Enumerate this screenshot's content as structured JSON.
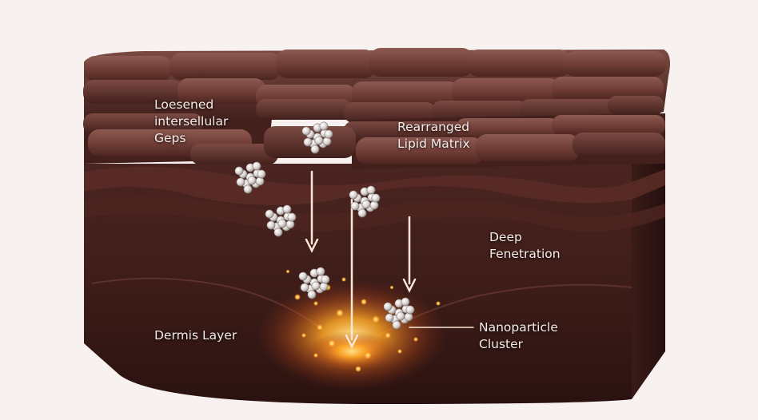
{
  "labels": {
    "loosened_gaps": [
      "Loesened",
      "intersellular",
      "Geps"
    ],
    "lipid_matrix": [
      "Rearranged",
      "Lipid Matrix"
    ],
    "deep_penetration": [
      "Deep",
      "Fenetration"
    ],
    "nanoparticle_cluster": [
      "Nanoparticle",
      "Cluster"
    ],
    "dermis_layer": [
      "Dermis Layer"
    ]
  },
  "colors": {
    "background": "#f7f2ef",
    "tissue_dark": "#3b1c18",
    "tissue_mid": "#6b3a33",
    "tissue_light": "#8a5048",
    "glow": "#ffb33a",
    "arrow": "#fde7d6",
    "particle": "#e9e4e2"
  }
}
